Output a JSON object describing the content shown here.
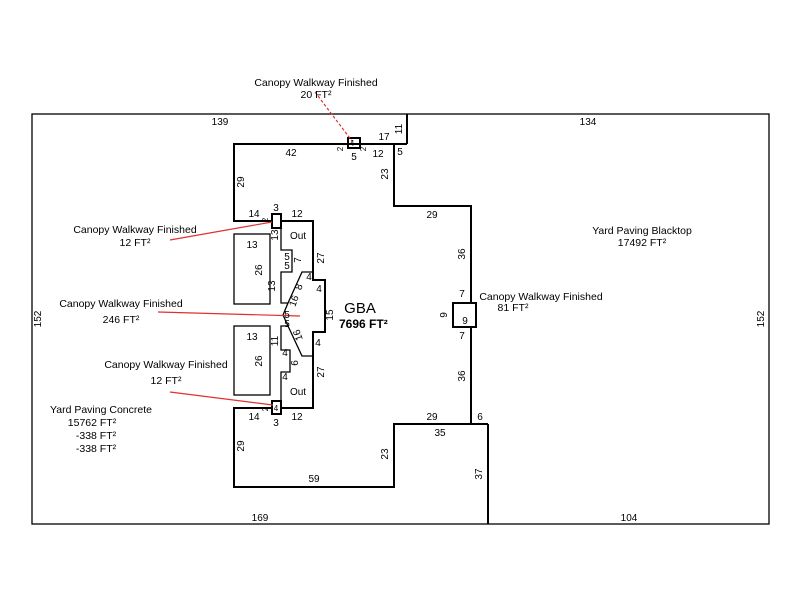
{
  "areas": {
    "canopy_top": {
      "name": "Canopy Walkway Finished",
      "area": "20 FT²"
    },
    "canopy_upper": {
      "name": "Canopy Walkway Finished",
      "area": "12 FT²"
    },
    "canopy_mid": {
      "name": "Canopy Walkway Finished",
      "area": "246 FT²"
    },
    "canopy_lower": {
      "name": "Canopy Walkway Finished",
      "area": "12 FT²"
    },
    "canopy_right": {
      "name": "Canopy Walkway Finished",
      "area": "81 FT²"
    },
    "yard_blacktop": {
      "name": "Yard Paving Blacktop",
      "area": "17492 FT²"
    },
    "yard_concrete": {
      "name": "Yard Paving Concrete",
      "area": "15762 FT²",
      "adj1": "-338 FT²",
      "adj2": "-338 FT²"
    },
    "gba": {
      "name": "GBA",
      "area": "7696 FT²"
    }
  },
  "labels": {
    "out": "Out"
  },
  "dims": {
    "top_left": "139",
    "top_right": "134",
    "left": "152",
    "right": "152",
    "bottom_left": "169",
    "bottom_right": "104",
    "d42": "42",
    "d17": "17",
    "d11": "11",
    "d12": "12",
    "d5": "5",
    "d2": "2",
    "d4": "4",
    "d23": "23",
    "d29": "29",
    "d36": "36",
    "d7": "7",
    "d9": "9",
    "d6": "6",
    "d35": "35",
    "d37": "37",
    "d59": "59",
    "d14": "14",
    "d3": "3",
    "d13": "13",
    "d26": "26",
    "d27": "27",
    "d15": "15",
    "d16": "16",
    "d8": "8"
  }
}
